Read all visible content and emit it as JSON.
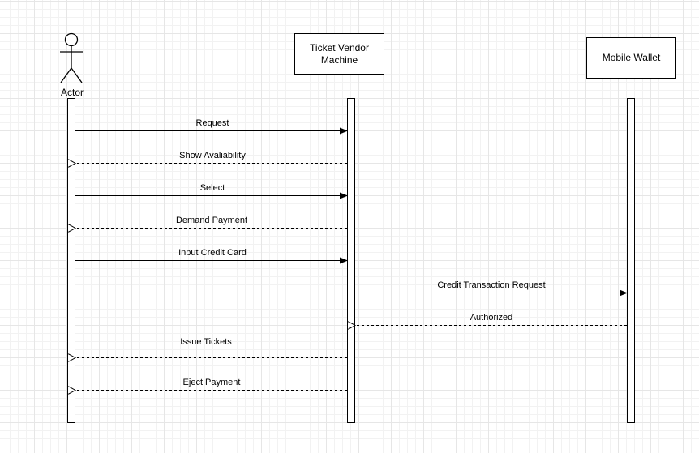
{
  "participants": {
    "actor": "Actor",
    "vendor": "Ticket Vendor\nMachine",
    "wallet": "Mobile Wallet"
  },
  "messages": [
    {
      "label": "Request",
      "from": "actor",
      "to": "vendor",
      "style": "solid"
    },
    {
      "label": "Show Avaliability",
      "from": "vendor",
      "to": "actor",
      "style": "dashed"
    },
    {
      "label": "Select",
      "from": "actor",
      "to": "vendor",
      "style": "solid"
    },
    {
      "label": "Demand Payment",
      "from": "vendor",
      "to": "actor",
      "style": "dashed"
    },
    {
      "label": "Input Credit Card",
      "from": "actor",
      "to": "vendor",
      "style": "solid"
    },
    {
      "label": "Credit Transaction Request",
      "from": "vendor",
      "to": "wallet",
      "style": "solid"
    },
    {
      "label": "Authorized",
      "from": "wallet",
      "to": "vendor",
      "style": "dashed"
    },
    {
      "label": "Issue Tickets",
      "from": "vendor",
      "to": "actor",
      "style": "dashed"
    },
    {
      "label": "Eject Payment",
      "from": "vendor",
      "to": "actor",
      "style": "dashed"
    }
  ]
}
